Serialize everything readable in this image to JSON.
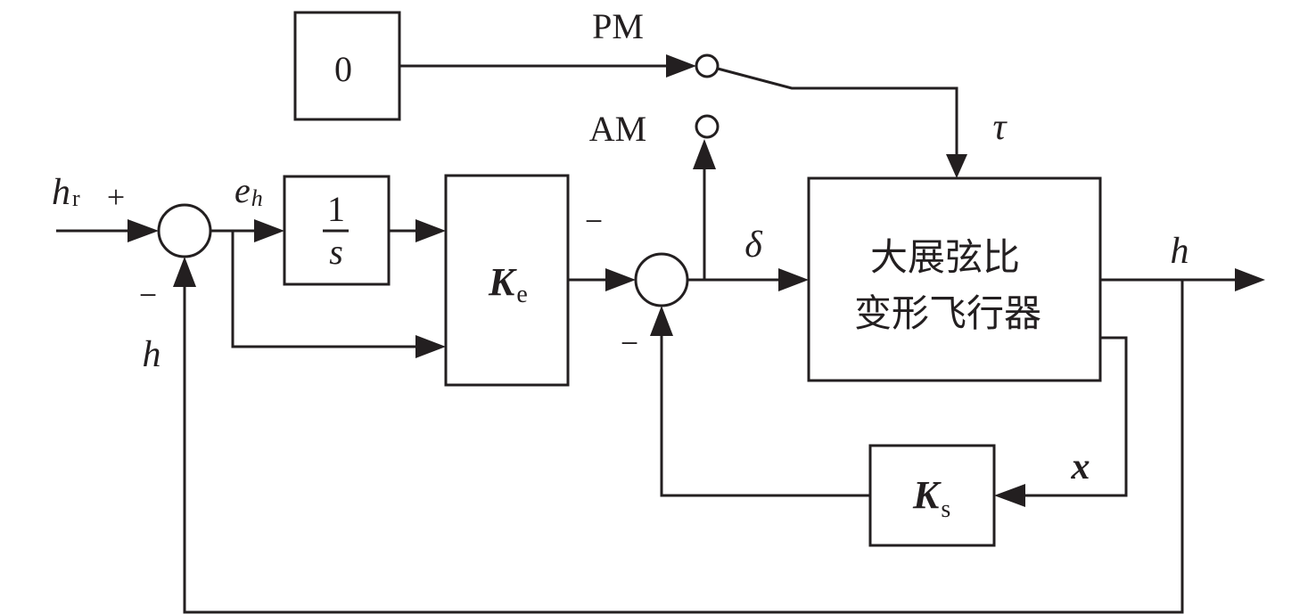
{
  "diagram": {
    "type": "control-block-diagram",
    "colors": {
      "line": "#231f20",
      "background": "#ffffff"
    },
    "signals": {
      "reference": "h",
      "reference_sub": "r",
      "error": "e",
      "error_sub": "h",
      "control": "δ",
      "output": "h",
      "feedback_h": "h",
      "state": "x",
      "morph": "τ"
    },
    "signs": {
      "sum1_plus": "+",
      "sum1_minus": "−",
      "sum2_minus_top": "−",
      "sum2_minus_bottom": "−"
    },
    "blocks": {
      "zero": {
        "label": "0"
      },
      "integrator": {
        "numerator": "1",
        "denominator": "s"
      },
      "ke": {
        "label": "K",
        "sub": "e"
      },
      "ks": {
        "label": "K",
        "sub": "s"
      },
      "plant": {
        "line1": "大展弦比",
        "line2": "变形飞行器"
      }
    },
    "switch": {
      "pm_label": "PM",
      "am_label": "AM"
    }
  }
}
